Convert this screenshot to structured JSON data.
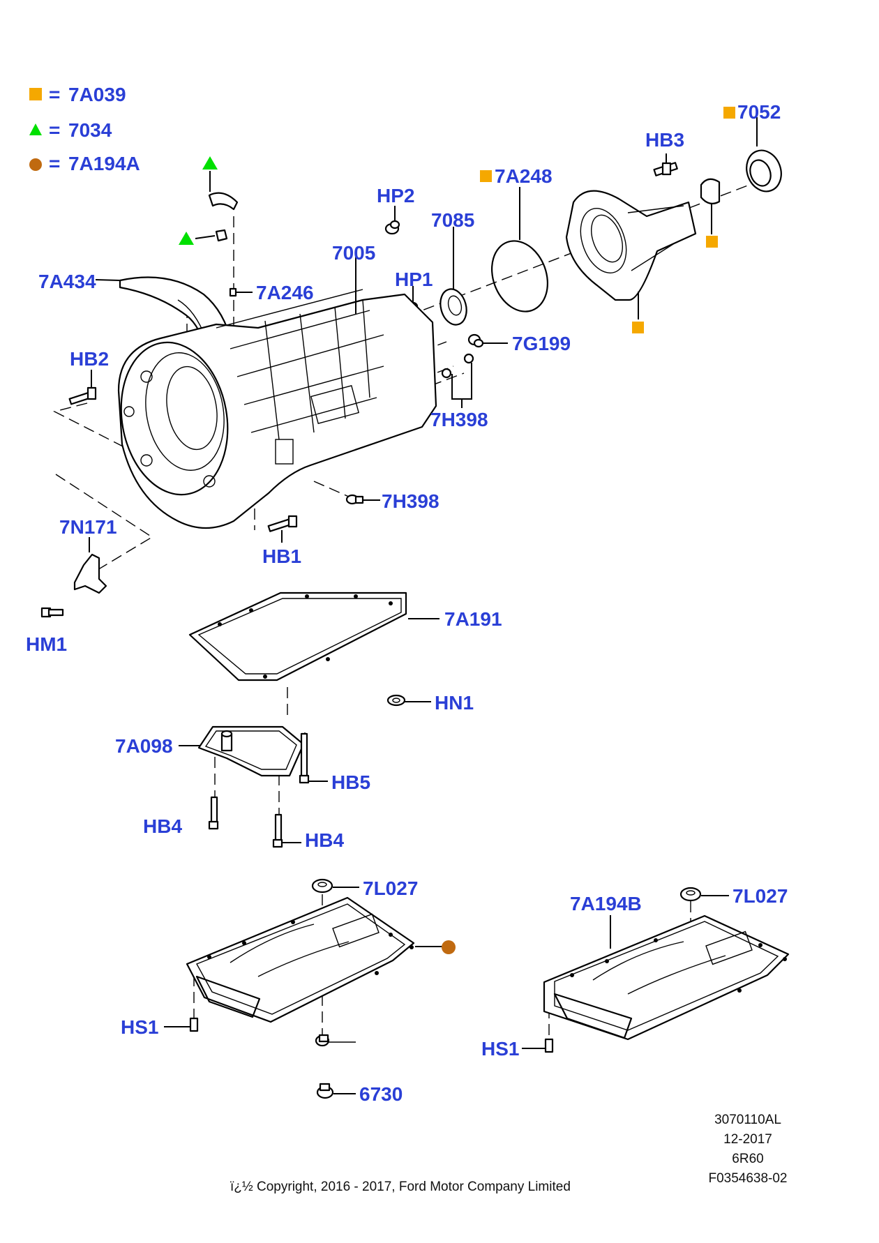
{
  "legend": [
    {
      "symbol": "square",
      "color": "#f5a800",
      "eq": "=",
      "code": "7A039"
    },
    {
      "symbol": "triangle",
      "color": "#00e000",
      "eq": "=",
      "code": "7034"
    },
    {
      "symbol": "circle",
      "color": "#c06a10",
      "eq": "=",
      "code": "7A194A"
    }
  ],
  "symbols": {
    "square_color": "#f5a800",
    "triangle_color": "#00e000",
    "circle_color": "#c06a10"
  },
  "labels": {
    "l7052": "7052",
    "lHB3": "HB3",
    "l7A248": "7A248",
    "lHP2": "HP2",
    "l7085": "7085",
    "l7005": "7005",
    "lHP1": "HP1",
    "l7A434": "7A434",
    "l7A246": "7A246",
    "l7G199": "7G199",
    "lHB2": "HB2",
    "l7H398a": "7H398",
    "l7H398b": "7H398",
    "l7N171": "7N171",
    "lHB1": "HB1",
    "lHM1": "HM1",
    "l7A191": "7A191",
    "lHN1": "HN1",
    "l7A098": "7A098",
    "lHB5": "HB5",
    "lHB4a": "HB4",
    "lHB4b": "HB4",
    "l7L027a": "7L027",
    "l7L027b": "7L027",
    "l7A194B": "7A194B",
    "lHS1a": "HS1",
    "lHS1b": "HS1",
    "l6730": "6730"
  },
  "meta": {
    "code1": "3070110AL",
    "date": "12-2017",
    "model": "6R60",
    "ref": "F0354638-02",
    "copyright": "ï¿½ Copyright, 2016 - 2017, Ford Motor Company Limited"
  }
}
